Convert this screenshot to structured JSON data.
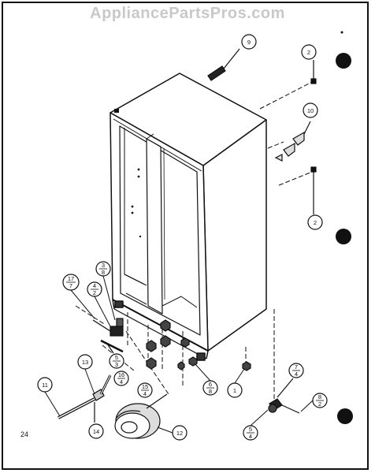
{
  "watermark": "AppliancePartsPros.com",
  "page_number": "24",
  "callouts": [
    {
      "id": "c9",
      "num": "9",
      "den": ""
    },
    {
      "id": "c2a",
      "num": "2",
      "den": ""
    },
    {
      "id": "c10",
      "num": "10",
      "den": ""
    },
    {
      "id": "c2b",
      "num": "2",
      "den": ""
    },
    {
      "id": "c17",
      "num": "17",
      "den": "7"
    },
    {
      "id": "c3",
      "num": "3",
      "den": "8"
    },
    {
      "id": "c4",
      "num": "4",
      "den": "2"
    },
    {
      "id": "c5",
      "num": "5",
      "den": "3"
    },
    {
      "id": "c16",
      "num": "16",
      "den": "4"
    },
    {
      "id": "c15",
      "num": "15",
      "den": "4"
    },
    {
      "id": "c6",
      "num": "6",
      "den": "8"
    },
    {
      "id": "c1",
      "num": "1",
      "den": ""
    },
    {
      "id": "c7",
      "num": "7",
      "den": "4"
    },
    {
      "id": "c8",
      "num": "8",
      "den": "2"
    },
    {
      "id": "c5b",
      "num": "5",
      "den": "4"
    },
    {
      "id": "c11",
      "num": "11",
      "den": ""
    },
    {
      "id": "c13",
      "num": "13",
      "den": ""
    },
    {
      "id": "c14",
      "num": "14",
      "den": ""
    },
    {
      "id": "c12",
      "num": "12",
      "den": ""
    }
  ]
}
